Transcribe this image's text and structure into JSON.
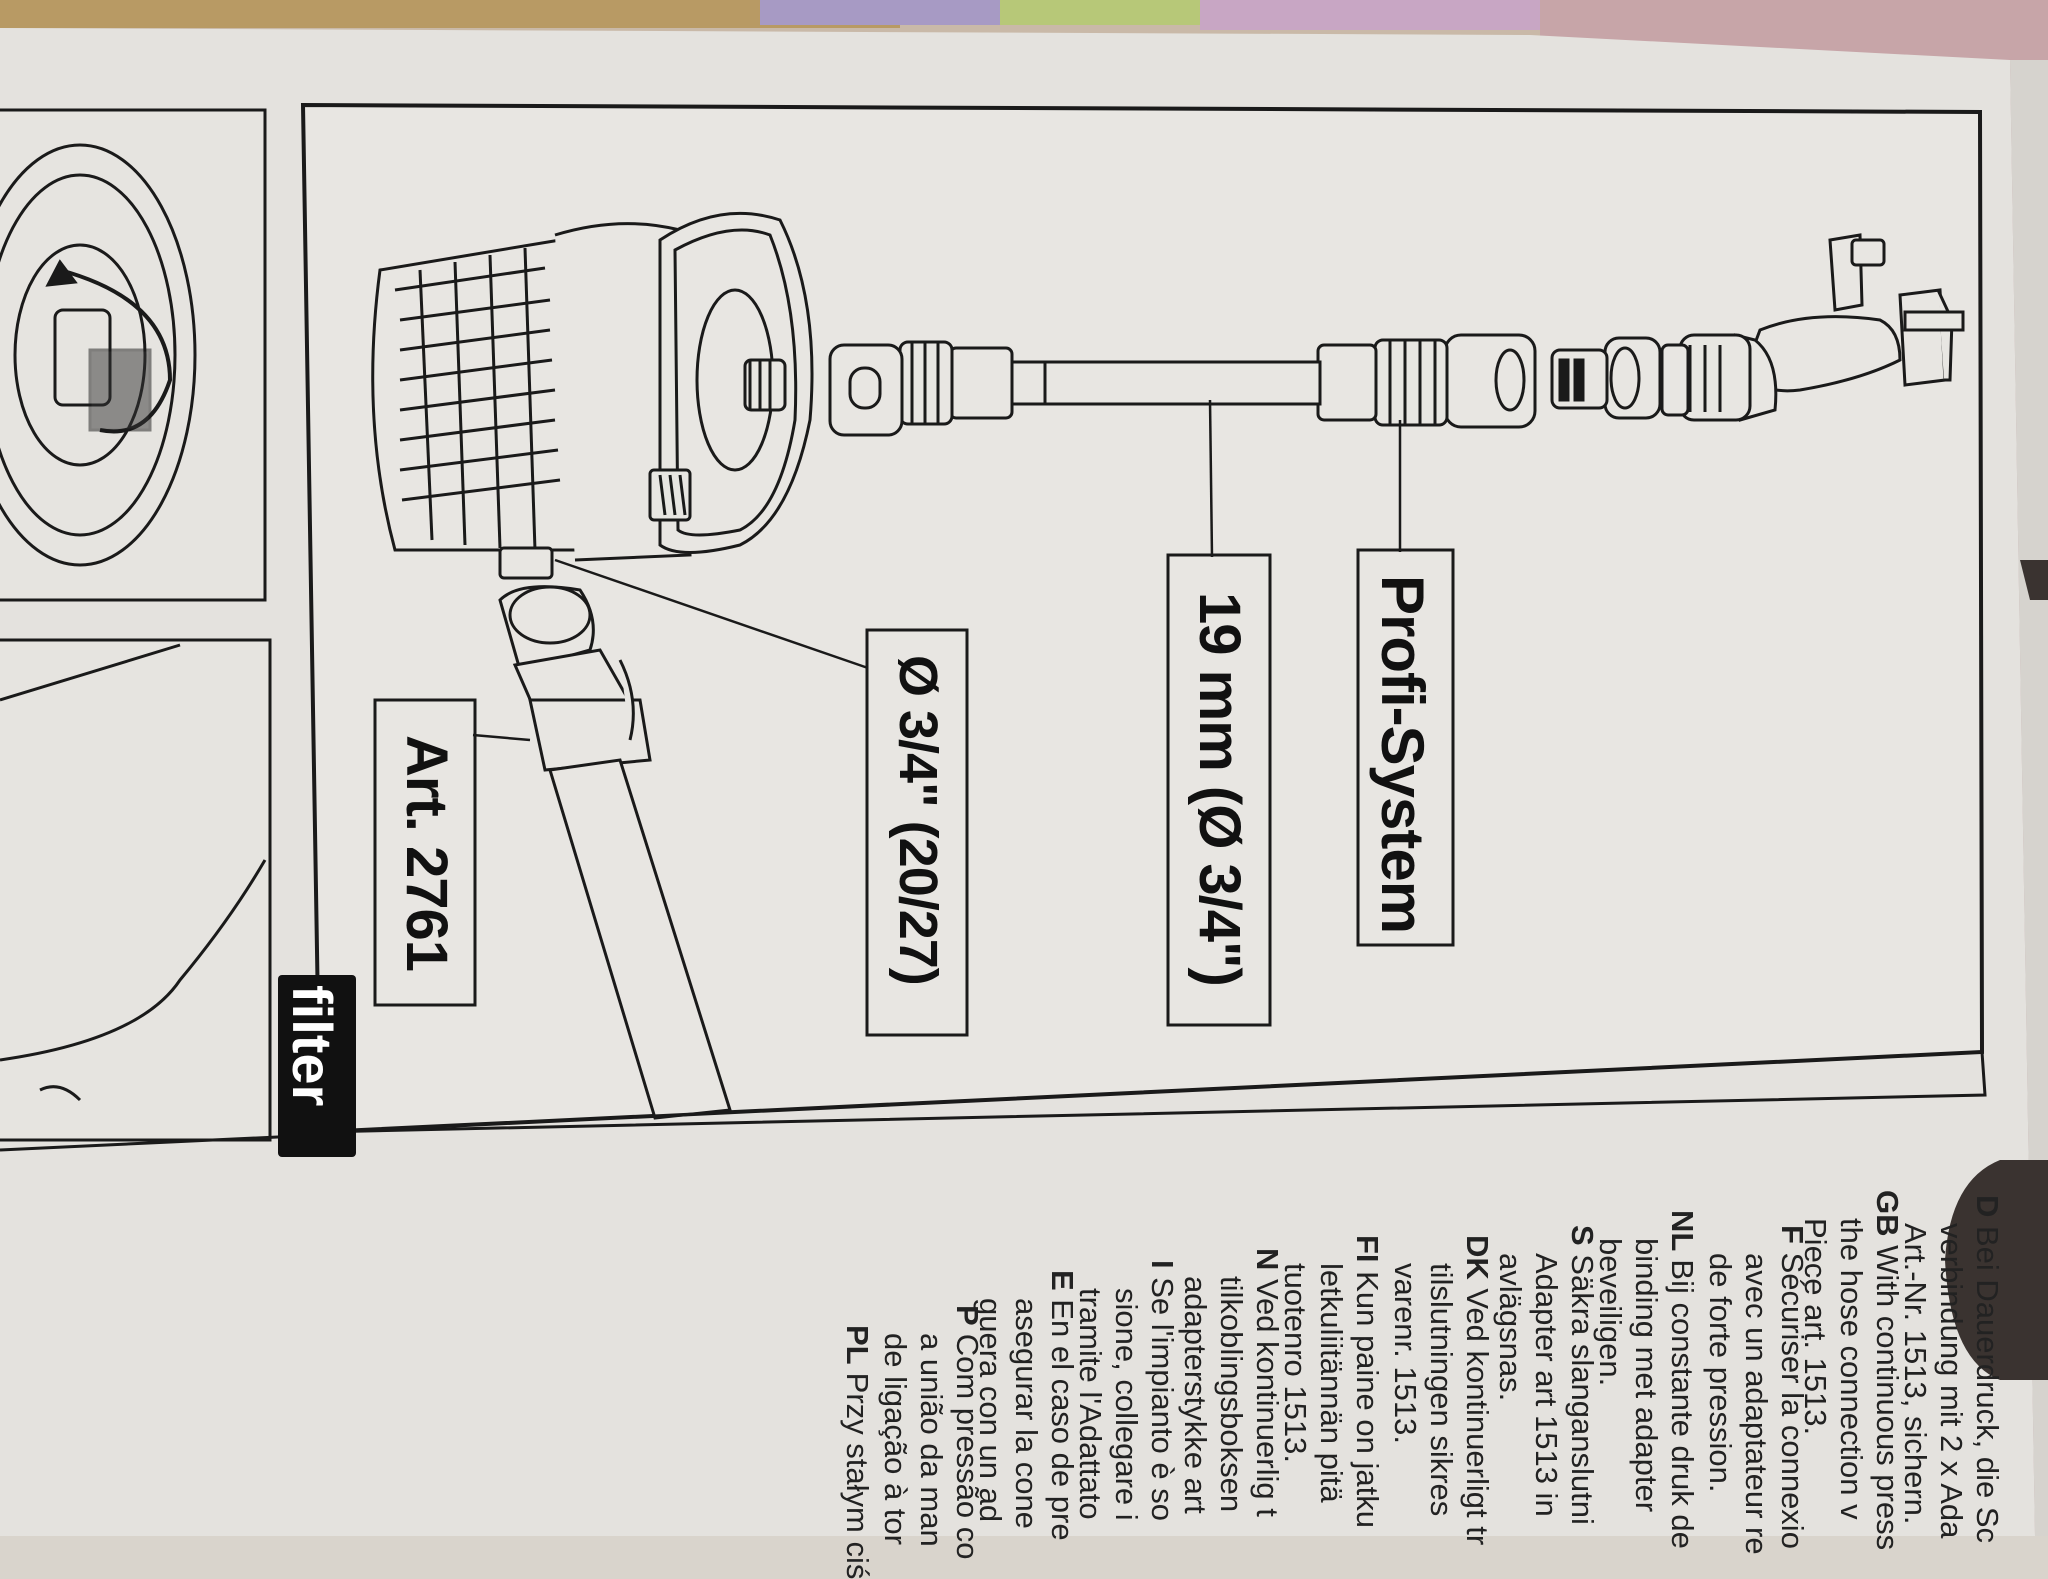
{
  "diagram_labels": {
    "profi_system": "Profi-System",
    "hose_size": "19 mm (Ø 3/4\")",
    "thread_size": "Ø 3/4\" (20/27)",
    "article": "Art. 2761",
    "filter": "filter"
  },
  "instructions": [
    {
      "code": "D",
      "lines": [
        "Bei Dauerdruck, die Sc",
        "verbindung mit 2 x Ada",
        "Art.-Nr. 1513, sichern."
      ]
    },
    {
      "code": "GB",
      "lines": [
        "With continuous press",
        "the hose connection v",
        "Piece art. 1513."
      ]
    },
    {
      "code": "F",
      "lines": [
        "Sécuriser la connexio",
        "avec un adaptateur re",
        "de forte pression."
      ]
    },
    {
      "code": "NL",
      "lines": [
        "Bij constante druk de",
        "binding met adapter",
        "beveiligen."
      ]
    },
    {
      "code": "S",
      "lines": [
        "Säkra slanganslutni",
        "Adapter art 1513 in",
        "avlägsnas."
      ]
    },
    {
      "code": "DK",
      "lines": [
        "Ved kontinuerligt tr",
        "tilslutningen sikres",
        "varenr. 1513."
      ]
    },
    {
      "code": "FI",
      "lines": [
        "Kun paine on jatku",
        "letkuliitännän pitä",
        "tuotenro 1513."
      ]
    },
    {
      "code": "N",
      "lines": [
        "Ved kontinuerlig t",
        "tilkoblingsboksen",
        "adapterstykke art"
      ]
    },
    {
      "code": "I",
      "lines": [
        "Se l'impianto è so",
        "sione, collegare i",
        "tramite l'Adattato"
      ]
    },
    {
      "code": "E",
      "lines": [
        "En el caso de pre",
        "asegurar la cone",
        "guera con un ad"
      ]
    },
    {
      "code": "P",
      "lines": [
        "Com pressão co",
        "a união da man",
        "de ligação à tor"
      ]
    },
    {
      "code": "PL",
      "lines": [
        "Przy stałym ciś"
      ]
    }
  ],
  "colors": {
    "box_surface": "#e4e2de",
    "line_art": "#1a1a1a",
    "label_fill": "#e8e6e2",
    "background": "#d9d4cc"
  },
  "icon_names": [
    "tap-icon",
    "hose-connector-icon",
    "filter-housing-icon",
    "pressure-gauge-icon"
  ]
}
